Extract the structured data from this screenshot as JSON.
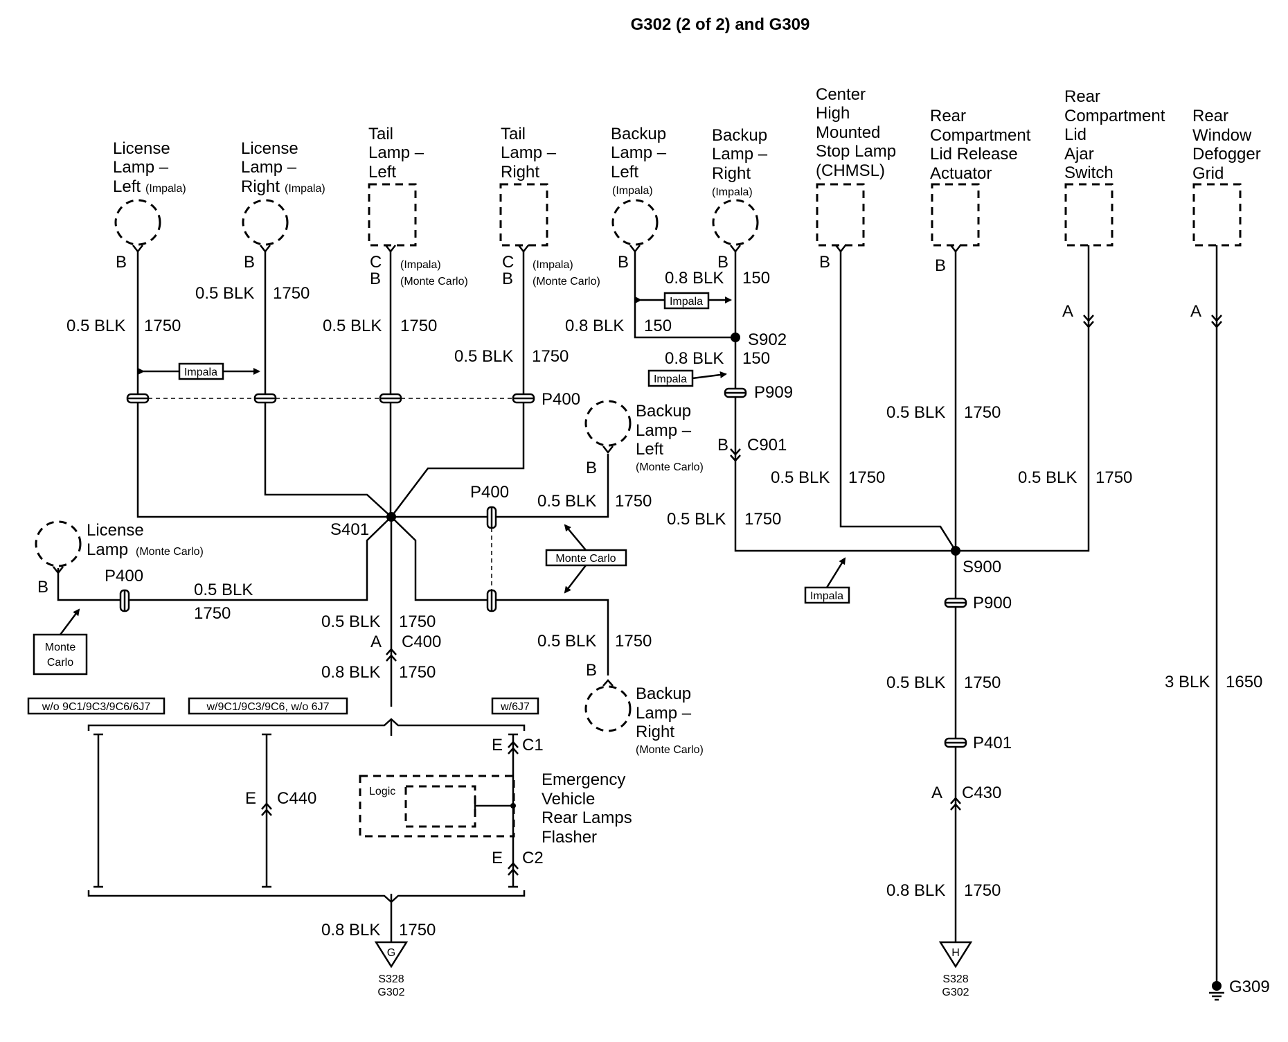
{
  "title": "G302 (2 of 2) and G309",
  "components": {
    "license_lamp_left": [
      "License",
      "Lamp –",
      "Left"
    ],
    "license_lamp_left_note": "(Impala)",
    "license_lamp_right": [
      "License",
      "Lamp –",
      "Right"
    ],
    "license_lamp_right_note": "(Impala)",
    "tail_lamp_left": [
      "Tail",
      "Lamp –",
      "Left"
    ],
    "tail_lamp_right": [
      "Tail",
      "Lamp –",
      "Right"
    ],
    "backup_lamp_left_impala": [
      "Backup",
      "Lamp –",
      "Left"
    ],
    "backup_lamp_left_impala_note": "(Impala)",
    "backup_lamp_right_impala": [
      "Backup",
      "Lamp –",
      "Right"
    ],
    "backup_lamp_right_impala_note": "(Impala)",
    "chmsl": [
      "Center",
      "High",
      "Mounted",
      "Stop Lamp",
      "(CHMSL)"
    ],
    "rear_comp_actuator": [
      "Rear",
      "Compartment",
      "Lid Release",
      "Actuator"
    ],
    "rear_comp_switch": [
      "Rear",
      "Compartment",
      "Lid",
      "Ajar",
      "Switch"
    ],
    "rear_defogger": [
      "Rear",
      "Window",
      "Defogger",
      "Grid"
    ],
    "backup_lamp_left_mc": [
      "Backup",
      "Lamp –",
      "Left"
    ],
    "backup_lamp_left_mc_note": "(Monte Carlo)",
    "backup_lamp_right_mc": [
      "Backup",
      "Lamp –",
      "Right"
    ],
    "backup_lamp_right_mc_note": "(Monte Carlo)",
    "license_lamp_mc": [
      "License",
      "Lamp"
    ],
    "license_lamp_mc_note": "(Monte Carlo)",
    "evrl_flasher": [
      "Emergency",
      "Vehicle",
      "Rear Lamps",
      "Flasher"
    ],
    "logic": "Logic"
  },
  "pins": {
    "B": "B",
    "C": "C",
    "A": "A",
    "E": "E"
  },
  "pin_notes": {
    "impala": "(Impala)",
    "monte_carlo": "(Monte Carlo)"
  },
  "wires": {
    "blk_05": "0.5 BLK",
    "blk_08": "0.8 BLK",
    "blk_3": "3 BLK",
    "ckt_1750": "1750",
    "ckt_150": "150",
    "ckt_1650": "1650"
  },
  "splices": {
    "s401": "S401",
    "s902": "S902",
    "s900": "S900"
  },
  "connectors": {
    "p400": "P400",
    "p909": "P909",
    "c901": "C901",
    "c400": "C400",
    "p900": "P900",
    "p401": "P401",
    "c430": "C430",
    "c440": "C440",
    "c1": "C1",
    "c2": "C2"
  },
  "grounds": {
    "g_left": "G",
    "g_left_ref1": "S328",
    "g_left_ref2": "G302",
    "h_right": "H",
    "h_right_ref1": "S328",
    "h_right_ref2": "G302",
    "g309": "G309"
  },
  "option_boxes": {
    "impala": "Impala",
    "monte_carlo": "Monte Carlo",
    "monte_carlo_2line": [
      "Monte",
      "Carlo"
    ],
    "opt_wo": "w/o 9C1/9C3/9C6/6J7",
    "opt_w_wo": "w/9C1/9C3/9C6, w/o 6J7",
    "opt_w6j7": "w/6J7"
  }
}
